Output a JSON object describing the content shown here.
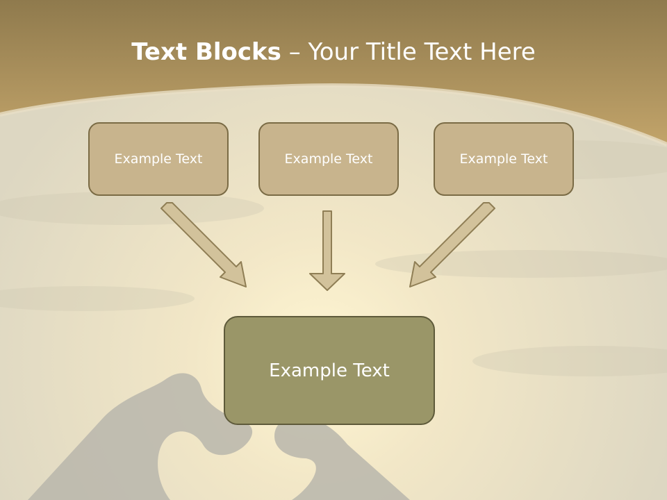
{
  "slide": {
    "title_bold": "Text Blocks",
    "title_rest": " – Your Title Text Here"
  },
  "blocks": [
    {
      "label": "Example Text"
    },
    {
      "label": "Example Text"
    },
    {
      "label": "Example Text"
    }
  ],
  "target": {
    "label": "Example Text"
  },
  "colors": {
    "header_band": "#b9a06a",
    "box_fill": "#c8b48d",
    "box_border": "#7a6b45",
    "target_fill": "#9a9668",
    "arrow_fill": "#d2c29b",
    "arrow_stroke": "#8f7e55"
  }
}
